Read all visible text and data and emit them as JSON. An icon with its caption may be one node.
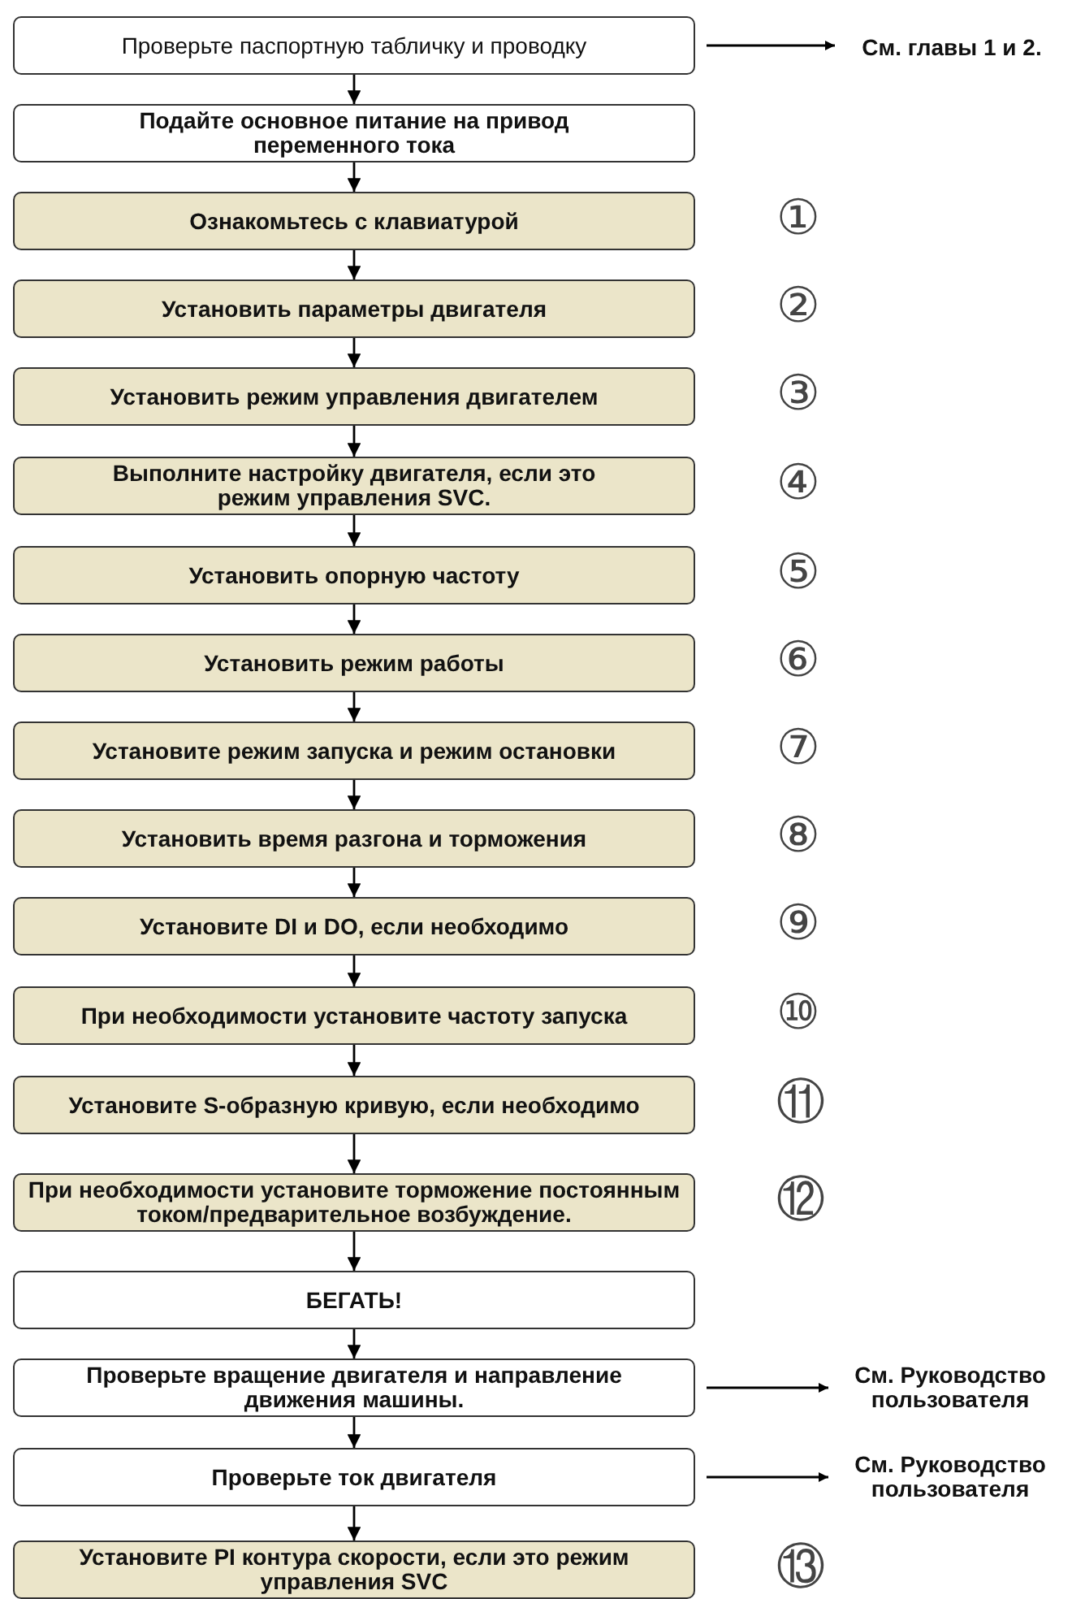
{
  "diagram": {
    "nodes": [
      {
        "text": [
          "Проверьте паспортную табличку и проводку"
        ]
      },
      {
        "text": [
          "Подайте основное питание на привод переменного тока"
        ]
      },
      {
        "text": [
          "Ознакомьтесь с клавиатурой"
        ]
      },
      {
        "text": [
          "Установить параметры двигателя"
        ]
      },
      {
        "text": [
          "Установить режим управления двигателем"
        ]
      },
      {
        "text": [
          "Выполните настройку двигателя, если это режим управления SVC."
        ]
      },
      {
        "text": [
          "Установить опорную частоту"
        ]
      },
      {
        "text": [
          "Установить режим работы"
        ]
      },
      {
        "text": [
          "Установите режим запуска и режим остановки"
        ]
      },
      {
        "text": [
          "Установить время разгона и торможения"
        ]
      },
      {
        "text": [
          "Установите DI и DO, если необходимо"
        ]
      },
      {
        "text": [
          "При необходимости установите частоту запуска"
        ]
      },
      {
        "text": [
          "Установите S-образную кривую, если необходимо"
        ]
      },
      {
        "text": [
          "При необходимости установите торможение постоянным током/предварительное возбуждение."
        ]
      },
      {
        "text": [
          "БЕГАТЬ!"
        ]
      },
      {
        "text": [
          "Проверьте вращение двигателя и направление движения машины."
        ]
      },
      {
        "text": [
          "Проверьте ток двигателя"
        ]
      },
      {
        "text": [
          "Установите PI контура скорости, если это режим управления SVC"
        ]
      },
      {
        "text": [
          "См. главы 1 и 2."
        ]
      },
      {
        "text": [
          "См. Руководство пользователя"
        ]
      },
      {
        "text": [
          "См. Руководство пользователя"
        ]
      }
    ],
    "edges": [
      {
        "from": 0,
        "to": 1,
        "arrow": "to"
      },
      {
        "from": 1,
        "to": 2,
        "arrow": "to"
      },
      {
        "from": 2,
        "to": 3,
        "arrow": "to"
      },
      {
        "from": 3,
        "to": 4,
        "arrow": "to"
      },
      {
        "from": 4,
        "to": 5,
        "arrow": "to"
      },
      {
        "from": 5,
        "to": 6,
        "arrow": "to"
      },
      {
        "from": 6,
        "to": 7,
        "arrow": "to"
      },
      {
        "from": 7,
        "to": 8,
        "arrow": "to"
      },
      {
        "from": 8,
        "to": 9,
        "arrow": "to"
      },
      {
        "from": 9,
        "to": 10,
        "arrow": "to"
      },
      {
        "from": 10,
        "to": 11,
        "arrow": "to"
      },
      {
        "from": 11,
        "to": 12,
        "arrow": "to"
      },
      {
        "from": 12,
        "to": 13,
        "arrow": "to"
      },
      {
        "from": 13,
        "to": 14,
        "arrow": "to"
      },
      {
        "from": 14,
        "to": 15,
        "arrow": "to"
      },
      {
        "from": 15,
        "to": 16,
        "arrow": "to"
      },
      {
        "from": 16,
        "to": 17,
        "arrow": "to"
      },
      {
        "from": 0,
        "to": 18,
        "arrow": "to"
      },
      {
        "from": 15,
        "to": 19,
        "arrow": "to"
      },
      {
        "from": 16,
        "to": 20,
        "arrow": "to"
      }
    ],
    "labels": [
      "①",
      "②",
      "③",
      "④",
      "⑤",
      "⑥",
      "⑦",
      "⑧",
      "⑨",
      "⑩",
      "⑪",
      "⑫",
      "⑬"
    ]
  }
}
